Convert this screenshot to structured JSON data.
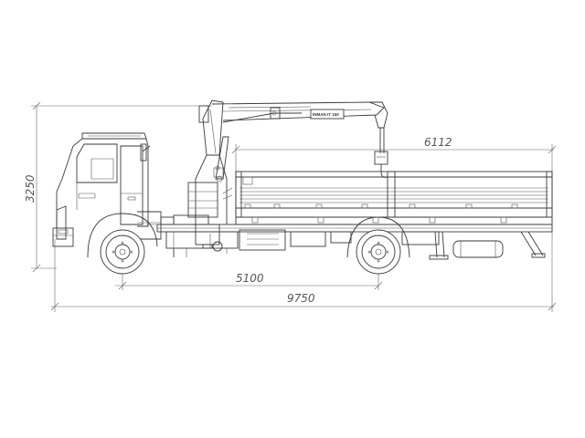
{
  "dimensions": {
    "overall_height": "3250",
    "body_length": "6112",
    "wheelbase": "5100",
    "overall_length": "9750"
  },
  "crane_label": "INMAN IT 150"
}
